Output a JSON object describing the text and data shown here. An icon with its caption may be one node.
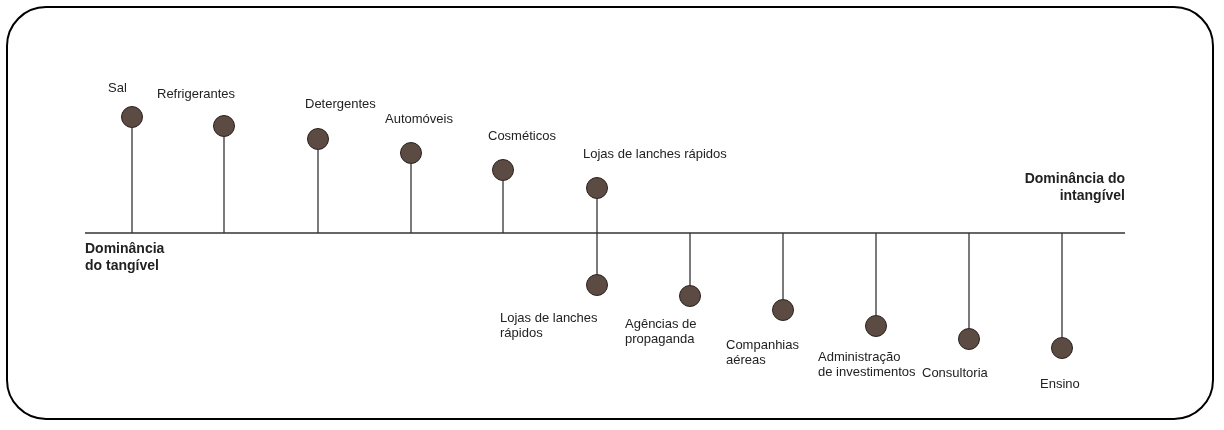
{
  "diagram": {
    "nodes": [
      {
        "text": [
          "Sal"
        ]
      },
      {
        "text": [
          "Refrigerantes"
        ]
      },
      {
        "text": [
          "Detergentes"
        ]
      },
      {
        "text": [
          "Automóveis"
        ]
      },
      {
        "text": [
          "Cosméticos"
        ]
      },
      {
        "text": [
          "Lojas de lanches rápidos"
        ]
      },
      {
        "text": [
          "Lojas de lanches rápidos"
        ]
      },
      {
        "text": [
          "Agências de propaganda"
        ]
      },
      {
        "text": [
          "Companhias aéreas"
        ]
      },
      {
        "text": [
          "Administração de investimentos"
        ]
      },
      {
        "text": [
          "Consultoria"
        ]
      },
      {
        "text": [
          "Ensino"
        ]
      },
      {
        "text": [],
        "shape": "bar"
      }
    ],
    "edges": [
      {
        "from": 0,
        "to": 12,
        "arrow": "none"
      },
      {
        "from": 1,
        "to": 12,
        "arrow": "none"
      },
      {
        "from": 2,
        "to": 12,
        "arrow": "none"
      },
      {
        "from": 3,
        "to": 12,
        "arrow": "none"
      },
      {
        "from": 4,
        "to": 12,
        "arrow": "none"
      },
      {
        "from": 5,
        "to": 12,
        "arrow": "none"
      },
      {
        "from": 6,
        "to": 12,
        "arrow": "none"
      },
      {
        "from": 7,
        "to": 12,
        "arrow": "none"
      },
      {
        "from": 8,
        "to": 12,
        "arrow": "none"
      },
      {
        "from": 9,
        "to": 12,
        "arrow": "none"
      },
      {
        "from": 10,
        "to": 12,
        "arrow": "none"
      },
      {
        "from": 11,
        "to": 12,
        "arrow": "none"
      }
    ],
    "labels": [
      "Dominância do intangível",
      "Dominância do tangível"
    ]
  }
}
